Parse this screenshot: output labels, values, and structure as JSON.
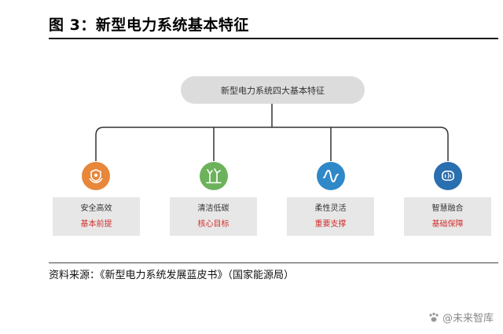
{
  "figure_title": "图 3：新型电力系统基本特征",
  "root_label": "新型电力系统四大基本特征",
  "features": [
    {
      "title": "安全高效",
      "subtitle": "基本前提",
      "icon": "shield-hands-icon",
      "color": "#e8863a"
    },
    {
      "title": "清洁低碳",
      "subtitle": "核心目标",
      "icon": "wind-turbine-icon",
      "color": "#6cb25c"
    },
    {
      "title": "柔性灵活",
      "subtitle": "重要支撑",
      "icon": "wave-icon",
      "color": "#2f88c8"
    },
    {
      "title": "智慧融合",
      "subtitle": "基础保障",
      "icon": "brain-icon",
      "color": "#2a6fb0"
    }
  ],
  "source": "资料来源：《新型电力系统发展蓝皮书》（国家能源局）",
  "watermark": "@未来智库",
  "colors": {
    "accent_red": "#d0312d",
    "card_bg": "#e7e7e7"
  }
}
